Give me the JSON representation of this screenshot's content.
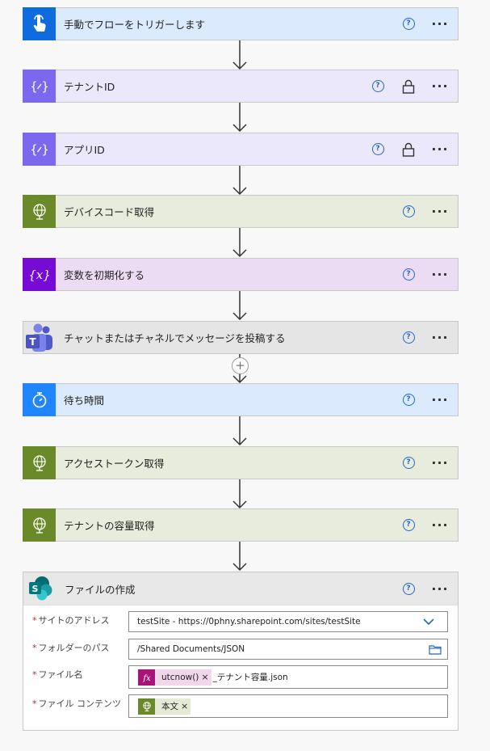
{
  "steps": [
    {
      "title": "手動でフローをトリガーします",
      "icon": "touch-icon",
      "color": "#0f6cde"
    },
    {
      "title": "テナントID",
      "icon": "variable-curly-icon",
      "color": "#7b68ee",
      "locked": true
    },
    {
      "title": "アプリID",
      "icon": "variable-curly-icon",
      "color": "#7b68ee",
      "locked": true
    },
    {
      "title": "デバイスコード取得",
      "icon": "http-globe-icon",
      "color": "#6a8a2a"
    },
    {
      "title": "変数を初期化する",
      "icon": "variable-x-icon",
      "color": "#770bd6"
    },
    {
      "title": "チャットまたはチャネルでメッセージを投稿する",
      "icon": "teams-icon",
      "color": "#5b5fc7"
    },
    {
      "title": "待ち時間",
      "icon": "timer-icon",
      "color": "#1f86ff"
    },
    {
      "title": "アクセストークン取得",
      "icon": "http-globe-icon",
      "color": "#6a8a2a"
    },
    {
      "title": "テナントの容量取得",
      "icon": "http-globe-icon",
      "color": "#6a8a2a"
    }
  ],
  "create_file": {
    "title": "ファイルの作成",
    "icon": "sharepoint-icon",
    "fields": [
      {
        "label": "サイトのアドレス",
        "value": "testSite - https://0phny.sharepoint.com/sites/testSite"
      },
      {
        "label": "フォルダーのパス",
        "value": "/Shared Documents/JSON"
      },
      {
        "label": "ファイル名",
        "token": "utcnow()",
        "suffix": "_テナント容量.json"
      },
      {
        "label": "ファイル コンテンツ",
        "token": "本文"
      }
    ]
  },
  "ui": {
    "help": "?",
    "more": "···",
    "add": "+",
    "required": "*",
    "remove": "×"
  }
}
